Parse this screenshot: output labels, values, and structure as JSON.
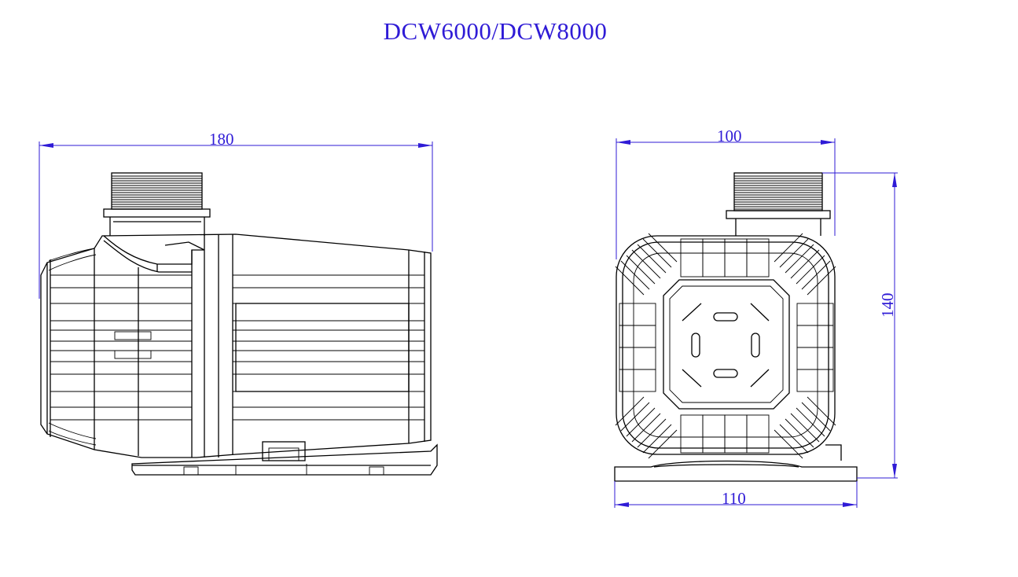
{
  "title": "DCW6000/DCW8000",
  "colors": {
    "dimension": "#2f1bd6",
    "line": "#000000",
    "background": "#ffffff"
  },
  "side_view": {
    "length_label": "180"
  },
  "front_view": {
    "width_label": "100",
    "height_label": "140",
    "base_width_label": "110"
  }
}
